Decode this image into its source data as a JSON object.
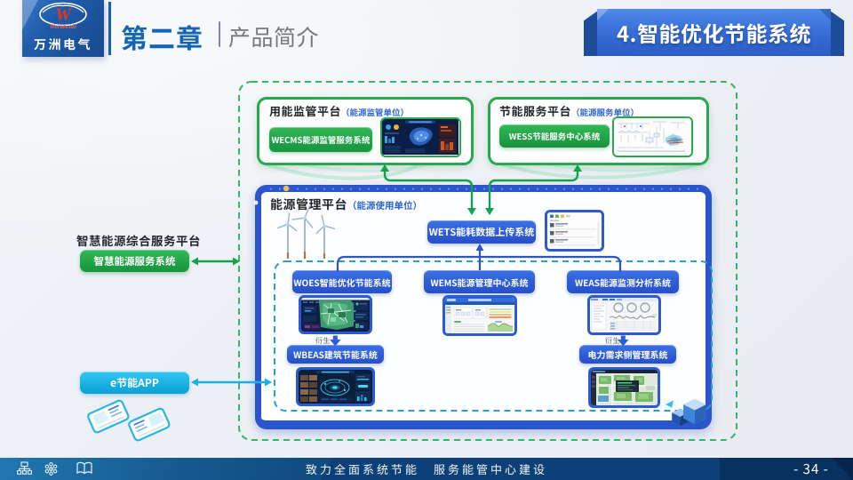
{
  "header": {
    "logo": {
      "company": "万洲电气",
      "brand": "Worldwide",
      "monogram": "W"
    },
    "chapter": "第二章",
    "section": "产品简介",
    "banner": "4.智能优化节能系统"
  },
  "left_panel": {
    "title": "智慧能源综合服务平台",
    "service_button": "智慧能源服务系统",
    "app_button": "e节能APP"
  },
  "supervision_box": {
    "title": "用能监管平台",
    "unit": "（能源监管单位）",
    "button": "WECMS能源监管服务系统"
  },
  "service_box": {
    "title": "节能服务平台",
    "unit": "（能源服务单位）",
    "button": "WESS节能服务中心系统"
  },
  "management_box": {
    "title": "能源管理平台",
    "unit": "（能源使用单位）",
    "wets_button": "WETS能耗数据上传系统",
    "systems": [
      {
        "button": "WOES智能优化节能系统",
        "derive_label": "衍生",
        "derived_button": "WBEAS建筑节能系统"
      },
      {
        "button": "WEMS能源管理中心系统"
      },
      {
        "button": "WEAS能源监测分析系统",
        "derive_label": "衍生",
        "derived_button": "电力需求侧管理系统"
      }
    ]
  },
  "footer": {
    "slogan": "致力全面系统节能　服务能管中心建设",
    "page_number": "- 34 -",
    "icons": [
      "sitemap-icon",
      "gear-icon",
      "book-icon"
    ]
  },
  "colors": {
    "green": "#28a94e",
    "blue": "#2b55cc",
    "cyan": "#17b3e6",
    "banner_blue": "#3570d6",
    "bar_blue": "#0d4076"
  }
}
